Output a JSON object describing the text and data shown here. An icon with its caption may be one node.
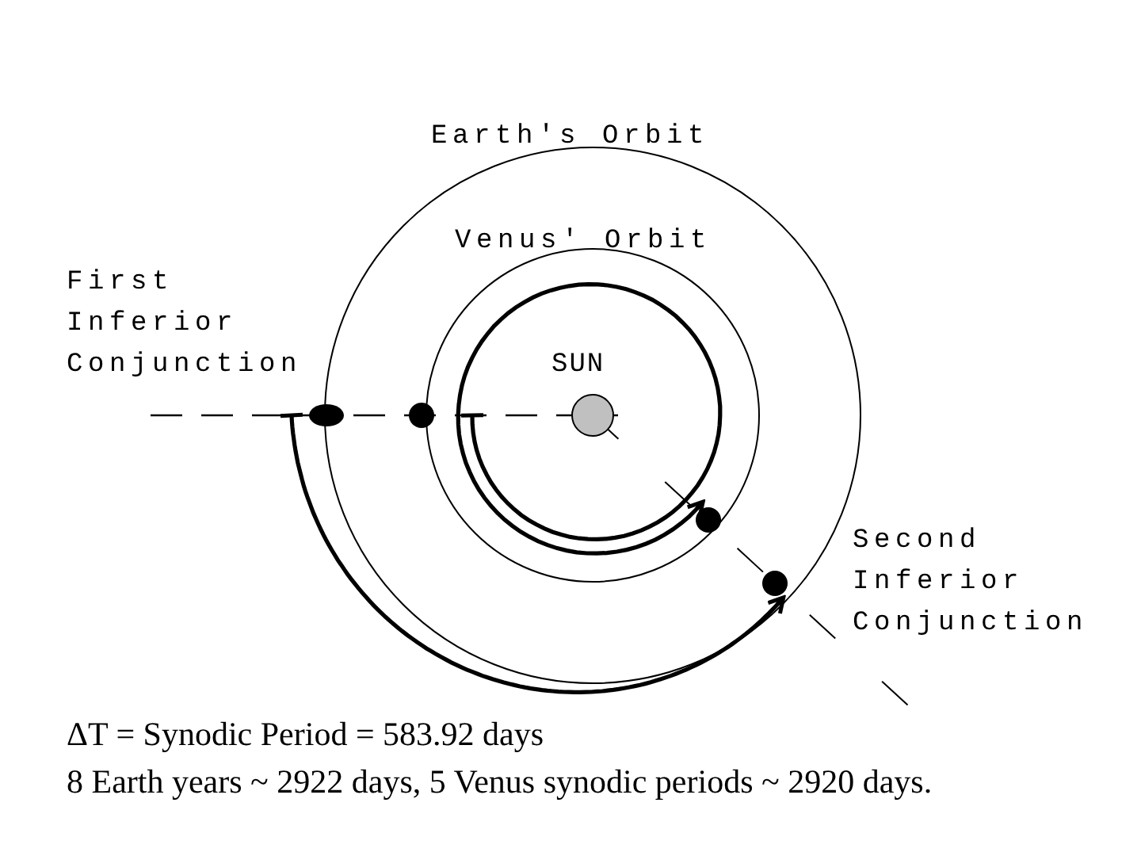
{
  "diagram": {
    "nodes": [
      {
        "text": [
          "Earth's Orbit"
        ]
      },
      {
        "text": [
          "Venus' Orbit"
        ],
        "in": 0
      },
      {
        "text": [],
        "shape": "circle",
        "beside": [
          "SUN"
        ],
        "in": 1
      },
      {
        "text": [],
        "shape": "circle"
      },
      {
        "text": [],
        "shape": "circle",
        "in": 0
      },
      {
        "text": [],
        "shape": "circle",
        "in": 1
      },
      {
        "text": [],
        "shape": "circle",
        "in": 0
      }
    ],
    "edges": [
      {
        "from": 4,
        "to": 5,
        "arrow": "to"
      },
      {
        "from": 3,
        "to": 6,
        "arrow": "to"
      }
    ],
    "labels": [
      "First Inferior Conjunction",
      "Second Inferior Conjunction",
      "ΔT = Synodic Period = 583.92 days",
      "8 Earth years ~ 2922 days, 5 Venus synodic periods ~ 2920 days."
    ]
  }
}
